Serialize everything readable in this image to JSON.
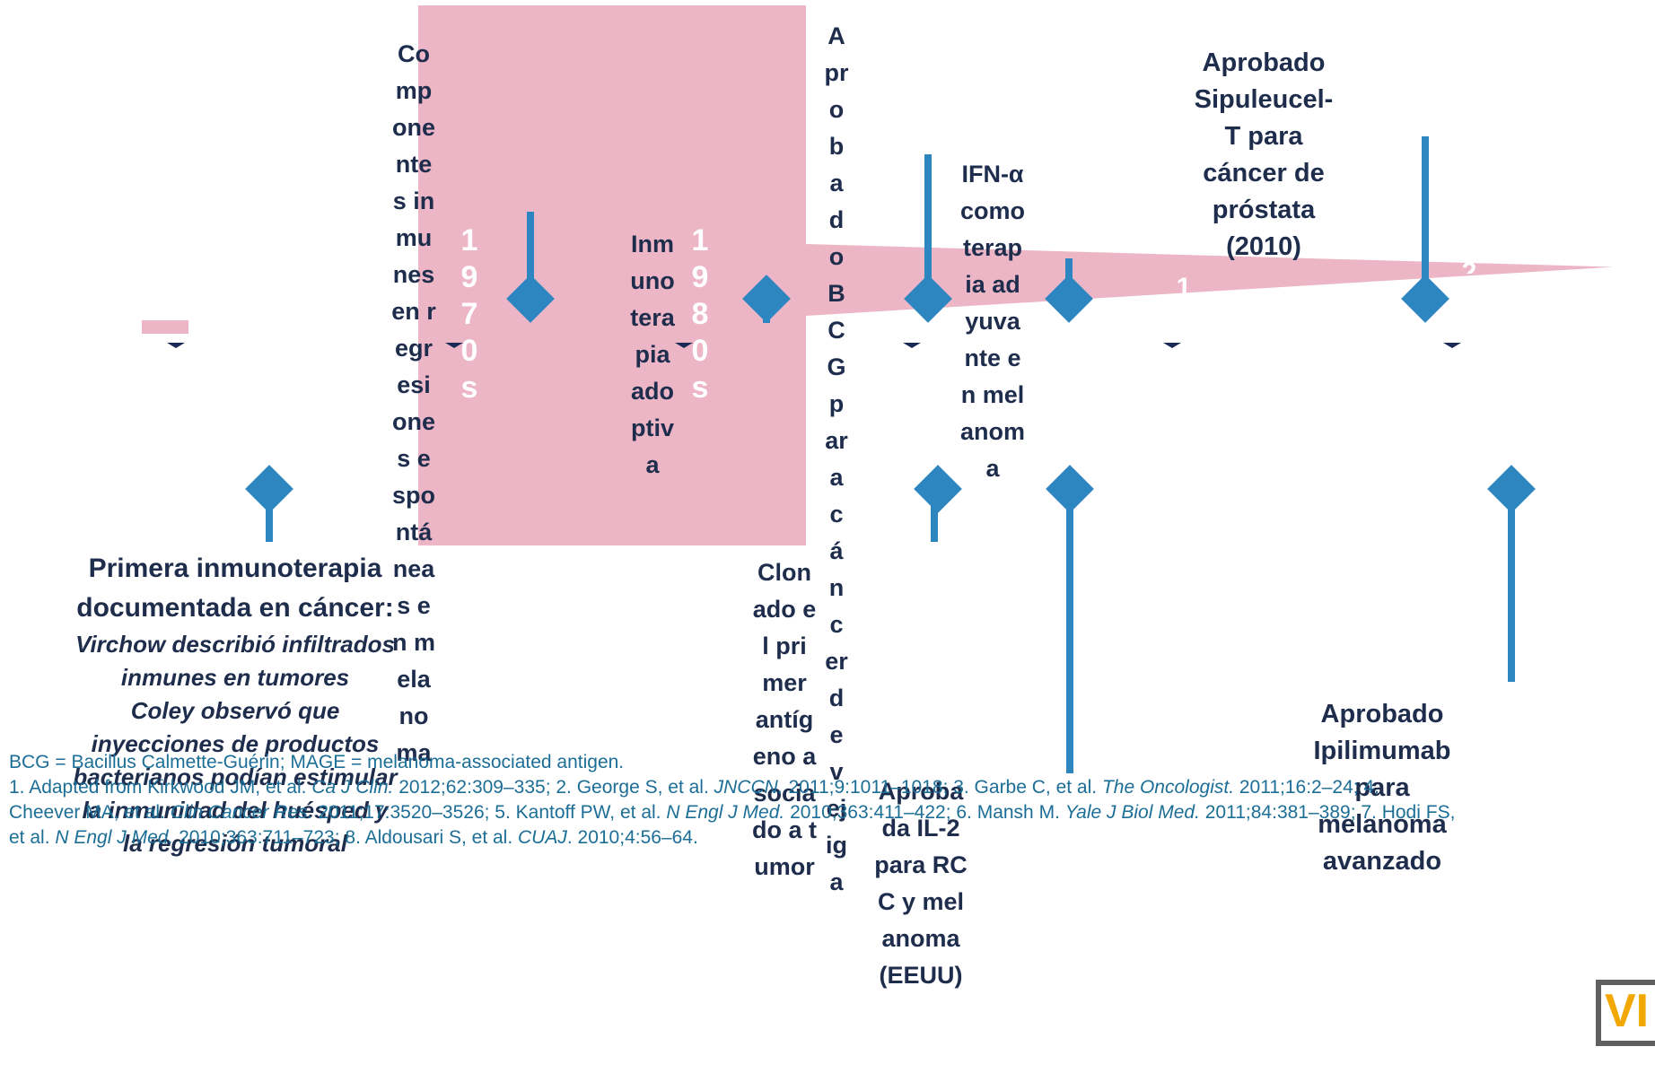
{
  "decades": {
    "d1970": "1970s",
    "d1980": "1980s",
    "d1990": "1990s",
    "d2010": "2010s"
  },
  "events": {
    "coley": {
      "title": "Primera inmunoterapia documentada en cáncer:",
      "body_lines": [
        "Virchow describió infiltrados",
        "inmunes en tumores",
        "Coley observó que",
        "inyecciones de productos",
        "bacterianos podían estimular",
        "la inmunidad del huésped y",
        "la regresión tumoral"
      ]
    },
    "componentes": "Componentes inmunes en regresiones espontáneas en melanoma",
    "inmunoterapia_adoptiva": "Inmunoterapia adoptiva",
    "bcg": "Aprobado BCG para cáncer de vejiga",
    "mage": "Clonado el primer antígeno asociado a tumor",
    "il2": "Aprobada IL-2 para RCC y melanoma (EEUU)",
    "ifn": "IFN-α como terapia adyuvante en melanoma",
    "sipuleucel": "Aprobado Sipuleucel-T para cáncer de próstata (2010)",
    "ipilimumab": "Aprobado Ipilimumab para melanoma avanzado"
  },
  "references": {
    "abbrev": "BCG = Bacillus Calmette-Guérin; MAGE = melanoma-associated antigen.",
    "line1_a": "1. Adapted from Kirkwood JM, et al. ",
    "line1_b": "Ca J Clin.",
    "line1_c": " 2012;62:309–335; 2. George S, et al. ",
    "line1_d": "JNCCN.",
    "line1_e": " 2011;9:1011–1018; 3. Garbe C, et al. ",
    "line1_f": "The Oncologist.",
    "line1_g": " 2011;16:2–24; 4.",
    "line2_a": "Cheever MA, et al. ",
    "line2_b": "Clin Cancer Res.",
    "line2_c": " 2011;17:3520–3526; 5. Kantoff PW, et al. ",
    "line2_d": "N Engl J Med.",
    "line2_e": " 2010;363:411–422; 6. Mansh M. ",
    "line2_f": "Yale J Biol Med.",
    "line2_g": " 2011;84:381–389; 7. Hodi FS,",
    "line3_a": "et al. ",
    "line3_b": "N Engl J Med.",
    "line3_c": " 2010;363:711–723; 8. Aldousari S, et al. ",
    "line3_d": "CUAJ",
    "line3_e": ". 2010;4:56–64."
  },
  "logo": {
    "text": "VI"
  },
  "colors": {
    "pink": "#ecb6c6",
    "blue": "#2e86c1",
    "navy": "#1f2d4d",
    "ref_blue": "#1c6e96"
  }
}
